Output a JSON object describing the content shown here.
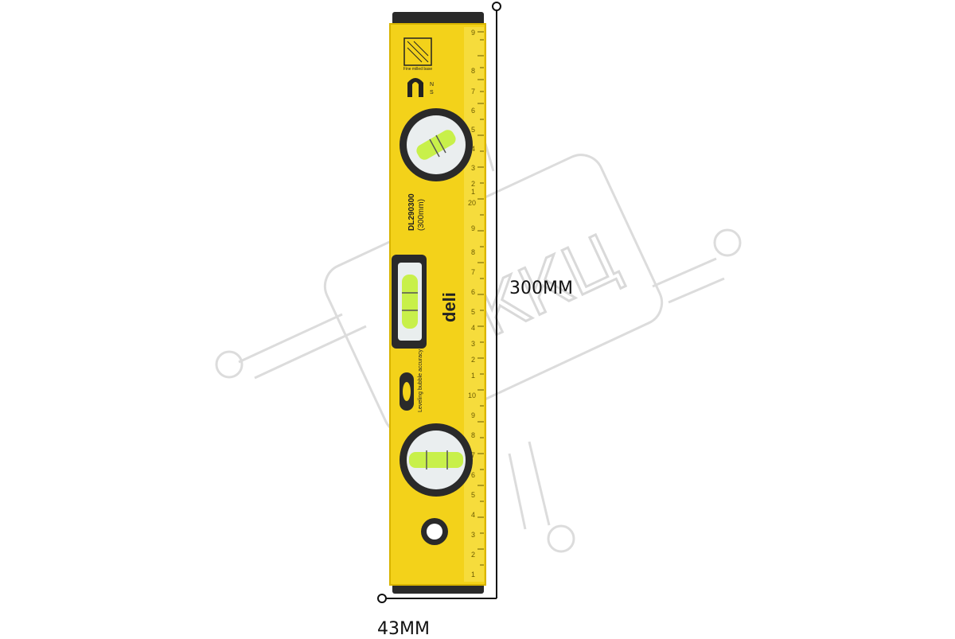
{
  "dimensions": {
    "length_label": "300MM",
    "width_label": "43MM"
  },
  "product": {
    "brand": "deli",
    "model": "DL290300",
    "model_size": "(300mm)",
    "badge_text": "Fine milled base",
    "magnet_pole_n": "N",
    "magnet_pole_s": "S",
    "accuracy_text": "Leveling bubble accuracy",
    "ruler_numbers_top": [
      "9",
      "8",
      "7",
      "6",
      "5",
      "4",
      "3",
      "2",
      "1",
      "20"
    ],
    "ruler_numbers_bottom": [
      "9",
      "8",
      "7",
      "6",
      "5",
      "4",
      "3",
      "2",
      "1",
      "10",
      "9",
      "8",
      "7",
      "6",
      "5",
      "4",
      "3",
      "2",
      "1"
    ]
  },
  "watermark": {
    "text": "ККЦ"
  },
  "colors": {
    "body_yellow": "#f3d21a",
    "body_edge": "#d8b400",
    "end_cap": "#2a2a2a",
    "bubble_green": "#c8f04a",
    "dim_line": "#111111",
    "watermark_gray": "#d9d9d9"
  }
}
